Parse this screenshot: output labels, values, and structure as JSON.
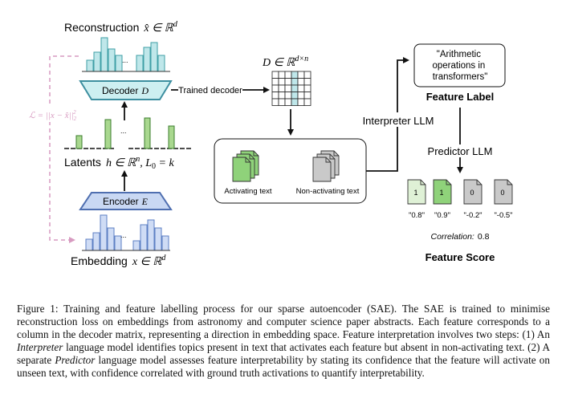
{
  "sae": {
    "reconstruction_label": "Reconstruction",
    "reconstruction_math": "x̂ ∈ ℝ",
    "reconstruction_sup": "d",
    "decoder_label": "Decoder",
    "decoder_var": "D",
    "latents_label": "Latents",
    "latents_math": "h ∈ ℝ",
    "latents_sup": "n",
    "latents_l0": ", L",
    "latents_l0_sub": "0",
    "latents_l0_rest": " = k",
    "encoder_label": "Encoder",
    "encoder_var": "E",
    "embedding_label": "Embedding",
    "embedding_math": "x ∈ ℝ",
    "embedding_sup": "d",
    "loss_label": "ℒ = ||x − x̂||",
    "loss_sub": "2",
    "loss_sup": "2",
    "ellipsis": "..."
  },
  "decoder_flow": {
    "arrow_label": "Trained decoder",
    "matrix_label": "D ∈ ℝ",
    "matrix_sup": "d×n"
  },
  "texts": {
    "activating": "Activating text",
    "non_activating": "Non-activating text"
  },
  "interpreter": {
    "label": "Interpreter LLM"
  },
  "feature": {
    "quote": "\"Arithmetic operations in transformers\"",
    "quote_lines": [
      "\"Arithmetic",
      "operations in",
      "transformers\""
    ],
    "title": "Feature Label"
  },
  "predictor": {
    "label": "Predictor LLM",
    "cards": [
      {
        "value": "1",
        "score": "\"0.8\""
      },
      {
        "value": "1",
        "score": "\"0.9\""
      },
      {
        "value": "0",
        "score": "\"-0.2\""
      },
      {
        "value": "0",
        "score": "\"-0.5\""
      }
    ],
    "correlation_label": "Correlation:",
    "correlation_value": "0.8",
    "score_title": "Feature Score"
  },
  "caption": {
    "p1": "Figure 1: Training and feature labelling process for our sparse autoencoder (SAE). The SAE is trained to minimise reconstruction loss on embeddings from astronomy and computer science paper abstracts. Each feature corresponds to a column in the decoder matrix, representing a direction in embedding space. Feature interpretation involves two steps: (1) An ",
    "interpreter_word": "Interpreter",
    "p2": " language model identifies topics present in text that activates each feature but absent in non-activating text. (2) A separate ",
    "predictor_word": "Predictor",
    "p3": " language model assesses feature interpretability by stating its confidence that the feature will activate on unseen text, with confidence correlated with ground truth activations to quantify interpretability."
  },
  "colors": {
    "recon_fill": "#bfe7ea",
    "recon_stroke": "#3f9fa6",
    "decoder_fill": "#cdeff1",
    "decoder_stroke": "#3d8fa0",
    "latent_fill": "#a9d88f",
    "latent_stroke": "#3b7d2c",
    "encoder_fill": "#c9d8f3",
    "encoder_stroke": "#4f6fb0",
    "embed_fill": "#cfdcf5",
    "embed_stroke": "#5c7fc4",
    "loss_color": "#d79ac0",
    "doc_green": "#8fd27a",
    "doc_gray": "#c9c9c9"
  }
}
